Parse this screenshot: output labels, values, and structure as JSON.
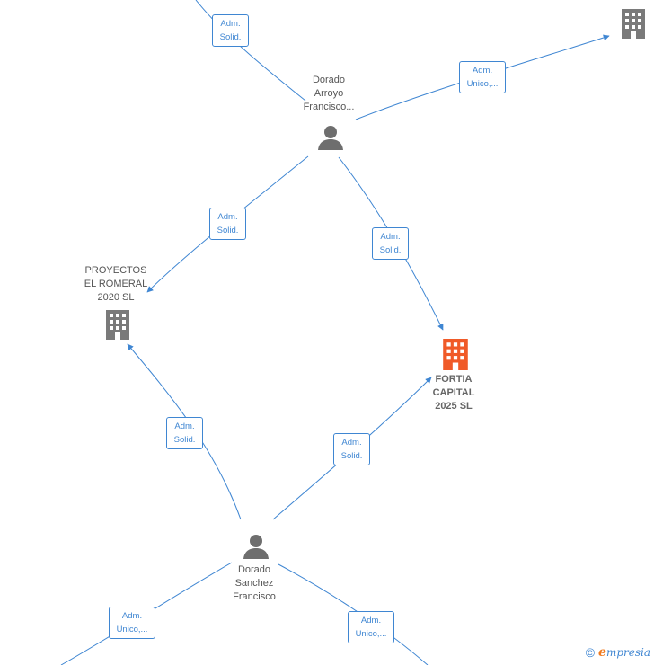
{
  "nodes": {
    "dorado_arroyo": {
      "lines": [
        "Dorado",
        "Arroyo",
        "Francisco..."
      ],
      "type": "person"
    },
    "dorado_sanchez": {
      "lines": [
        "Dorado",
        "Sanchez",
        "Francisco"
      ],
      "type": "person"
    },
    "proyectos": {
      "lines": [
        "PROYECTOS",
        "EL ROMERAL",
        "2020  SL"
      ],
      "type": "company"
    },
    "fortia": {
      "lines": [
        "FORTIA",
        "CAPITAL",
        "2025  SL"
      ],
      "type": "company",
      "highlight": true
    },
    "top_right_company": {
      "lines": [],
      "type": "company"
    }
  },
  "edges": [
    {
      "lines": [
        "Adm.",
        "Solid."
      ]
    },
    {
      "lines": [
        "Adm.",
        "Unico,..."
      ]
    },
    {
      "lines": [
        "Adm.",
        "Solid."
      ]
    },
    {
      "lines": [
        "Adm.",
        "Solid."
      ]
    },
    {
      "lines": [
        "Adm.",
        "Solid."
      ]
    },
    {
      "lines": [
        "Adm.",
        "Solid."
      ]
    },
    {
      "lines": [
        "Adm.",
        "Unico,..."
      ]
    },
    {
      "lines": [
        "Adm.",
        "Unico,..."
      ]
    }
  ],
  "colors": {
    "edge": "#3f86d2",
    "company": "#7a7a7a",
    "company_focus": "#f05a28",
    "person": "#6e6e6e"
  },
  "footer": {
    "copyright": "©",
    "brand_initial": "e",
    "brand_rest": "mpresia"
  }
}
